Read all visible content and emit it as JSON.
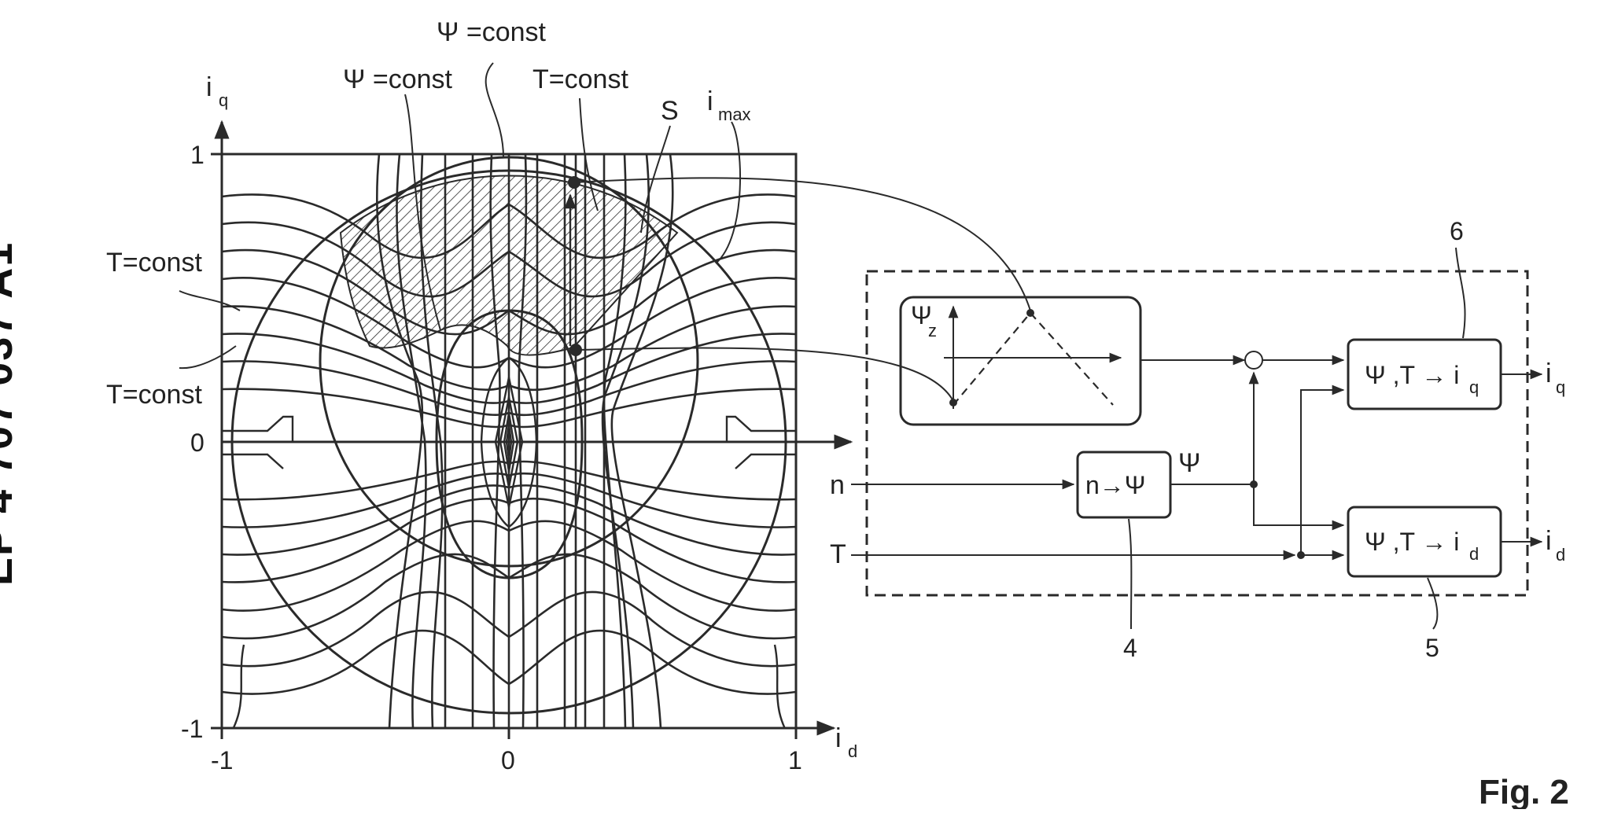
{
  "side_number": "EP 4 707 037 A1",
  "figure_label": "Fig. 2",
  "plot": {
    "axis_y": "i",
    "axis_y_sub": "q",
    "axis_x": "i",
    "axis_x_sub": "d",
    "tick_y_top": "1",
    "tick_y_mid": "0",
    "tick_y_bottom": "-1",
    "tick_x_left": "-1",
    "tick_x_mid": "0",
    "tick_x_right": "1",
    "label_psi_top": "Ψ =const",
    "label_psi_left": "Ψ =const",
    "label_t_top": "T=const",
    "label_s": "S",
    "label_imax": "i",
    "label_imax_sub": "max",
    "label_t_left1": "T=const",
    "label_t_left2": "T=const"
  },
  "block": {
    "input_n": "n",
    "input_t": "T",
    "graph_psi": "Ψ",
    "graph_psi_sub": "z",
    "map_n_psi": "n→Ψ",
    "psi_signal": "Ψ",
    "map_iq": "Ψ ,T → i",
    "map_iq_sub": "q",
    "map_id": "Ψ ,T → i",
    "map_id_sub": "d",
    "out_iq": "i",
    "out_iq_sub": "q",
    "out_id": "i",
    "out_id_sub": "d",
    "ref_6": "6",
    "ref_4": "4",
    "ref_5": "5"
  }
}
